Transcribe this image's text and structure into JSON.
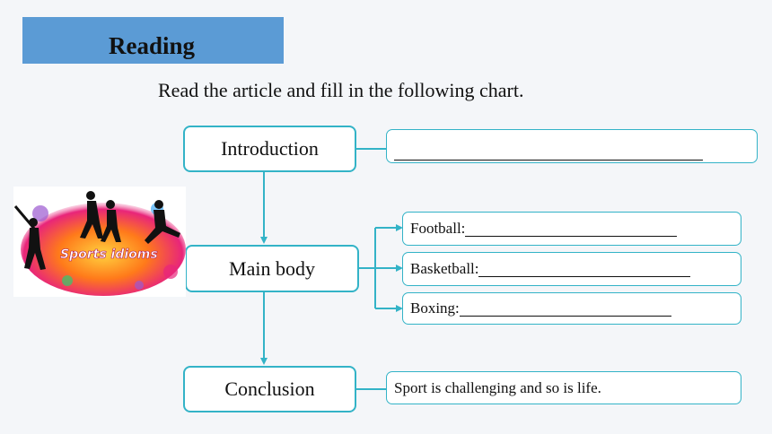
{
  "header": {
    "title": "Reading"
  },
  "instruction": "Read the article and fill in the following chart.",
  "chart": {
    "introduction": {
      "label": "Introduction"
    },
    "main_body": {
      "label": "Main body",
      "items": [
        {
          "label": "Football:"
        },
        {
          "label": "Basketball:"
        },
        {
          "label": "Boxing:"
        }
      ]
    },
    "conclusion": {
      "label": "Conclusion",
      "text": "Sport is challenging and so is life."
    }
  },
  "image": {
    "caption": "Sports idioms"
  },
  "colors": {
    "accent": "#33b3c7",
    "header": "#5b9bd5"
  }
}
